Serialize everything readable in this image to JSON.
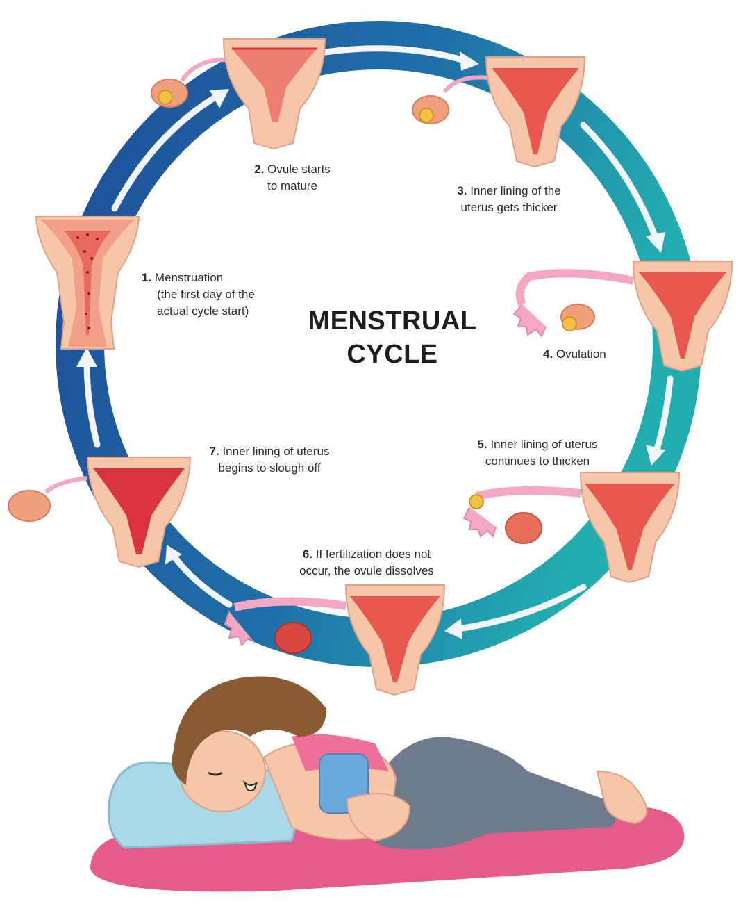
{
  "title_line1": "MENSTRUAL",
  "title_line2": "CYCLE",
  "colors": {
    "ring_dark_blue": "#1f4f98",
    "ring_teal": "#22aeb0",
    "arrow": "#f2f6fb",
    "uterus_skin": "#f6c6a8",
    "lining_red": "#d9333f",
    "lining_pink": "#f2a08a",
    "ovary": "#f0a07a",
    "tube_pink": "#f4a7c4",
    "mat_pink": "#e65a8c",
    "pillow_blue": "#a9d8e6",
    "hair_brown": "#8a5a33",
    "pants_grey": "#6d7b8d"
  },
  "stages": [
    {
      "num": "1.",
      "lines": [
        "Menstruation",
        "(the first day of the",
        "actual cycle start)"
      ]
    },
    {
      "num": "2.",
      "lines": [
        "Ovule starts",
        "to mature"
      ]
    },
    {
      "num": "3.",
      "lines": [
        "Inner lining of the",
        "uterus gets thicker"
      ]
    },
    {
      "num": "4.",
      "lines": [
        "Ovulation"
      ]
    },
    {
      "num": "5.",
      "lines": [
        "Inner lining of uterus",
        "continues to thicken"
      ]
    },
    {
      "num": "6.",
      "lines": [
        "If fertilization does not",
        "occur, the ovule dissolves"
      ]
    },
    {
      "num": "7.",
      "lines": [
        "Inner lining of uterus",
        "begins to slough off"
      ]
    }
  ]
}
